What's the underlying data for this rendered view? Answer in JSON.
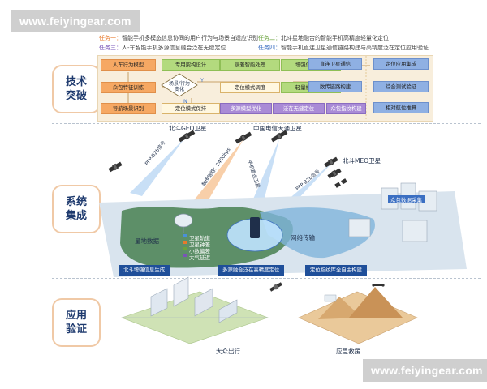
{
  "watermark": {
    "top": "www.feiyingear.com",
    "bottom": "www.feiyingear.com"
  },
  "sections": {
    "tech": "技术突破",
    "system": "系统集成",
    "apply": "应用验证"
  },
  "tasks": [
    {
      "id": "任务一：",
      "text": "智能手机多模态信息协同的用户行为与场景自适应识别",
      "color": "#e8792b"
    },
    {
      "id": "任务二：",
      "text": "北斗星地融合的智能手机高精度轻量化定位",
      "color": "#6aa33c"
    },
    {
      "id": "任务三：",
      "text": "人-车智能手机多源信息融合泛在无缝定位",
      "color": "#7a55b8"
    },
    {
      "id": "任务四：",
      "text": "智能手机直连卫星通信链路构建与高精度泛在定位应用验证",
      "color": "#3b6fc2"
    }
  ],
  "tech_boxes": {
    "b1": "人车行为模型",
    "b2": "众包特征训练",
    "b3": "导航场景识别",
    "diamond": "场景/行为变化",
    "y": "Y",
    "n": "N",
    "b4": "专用架构设计",
    "b5": "误差智能处理",
    "b6": "增强信息生成",
    "b7": "定位模式调度",
    "b8": "轻量模型构建",
    "b9": "定位模式保持",
    "b10": "多源模型优化",
    "b11": "泛在无缝定位",
    "b12": "众包指纹构建",
    "b13": "直连卫星通信",
    "b14": "定位应用集成",
    "b15": "数传链路构建",
    "b16": "综合测试验证",
    "b17": "相对航位推算"
  },
  "system_labels": {
    "geo": "北斗GEO卫星",
    "tiantong": "中国电信天通卫星",
    "meo": "北斗MEO卫星",
    "ppp1": "PPP-B2b信号",
    "ppp2": "PPP-B2b信号",
    "datalink": "数传链路：2400bps",
    "phone": "手机直连卫星",
    "crowd": "众包数据采集",
    "ground": "星地数据",
    "netlink": "网络传输",
    "bar1": "北斗增强信息生成",
    "bar2": "多源融合泛在高精度定位",
    "bar3": "定位指纹库全自主构建",
    "layers": [
      "卫星轨道",
      "卫星钟差",
      "小数偏差",
      "大气延迟"
    ]
  },
  "apply_labels": {
    "mass": "大众出行",
    "rescue": "应急救援"
  }
}
